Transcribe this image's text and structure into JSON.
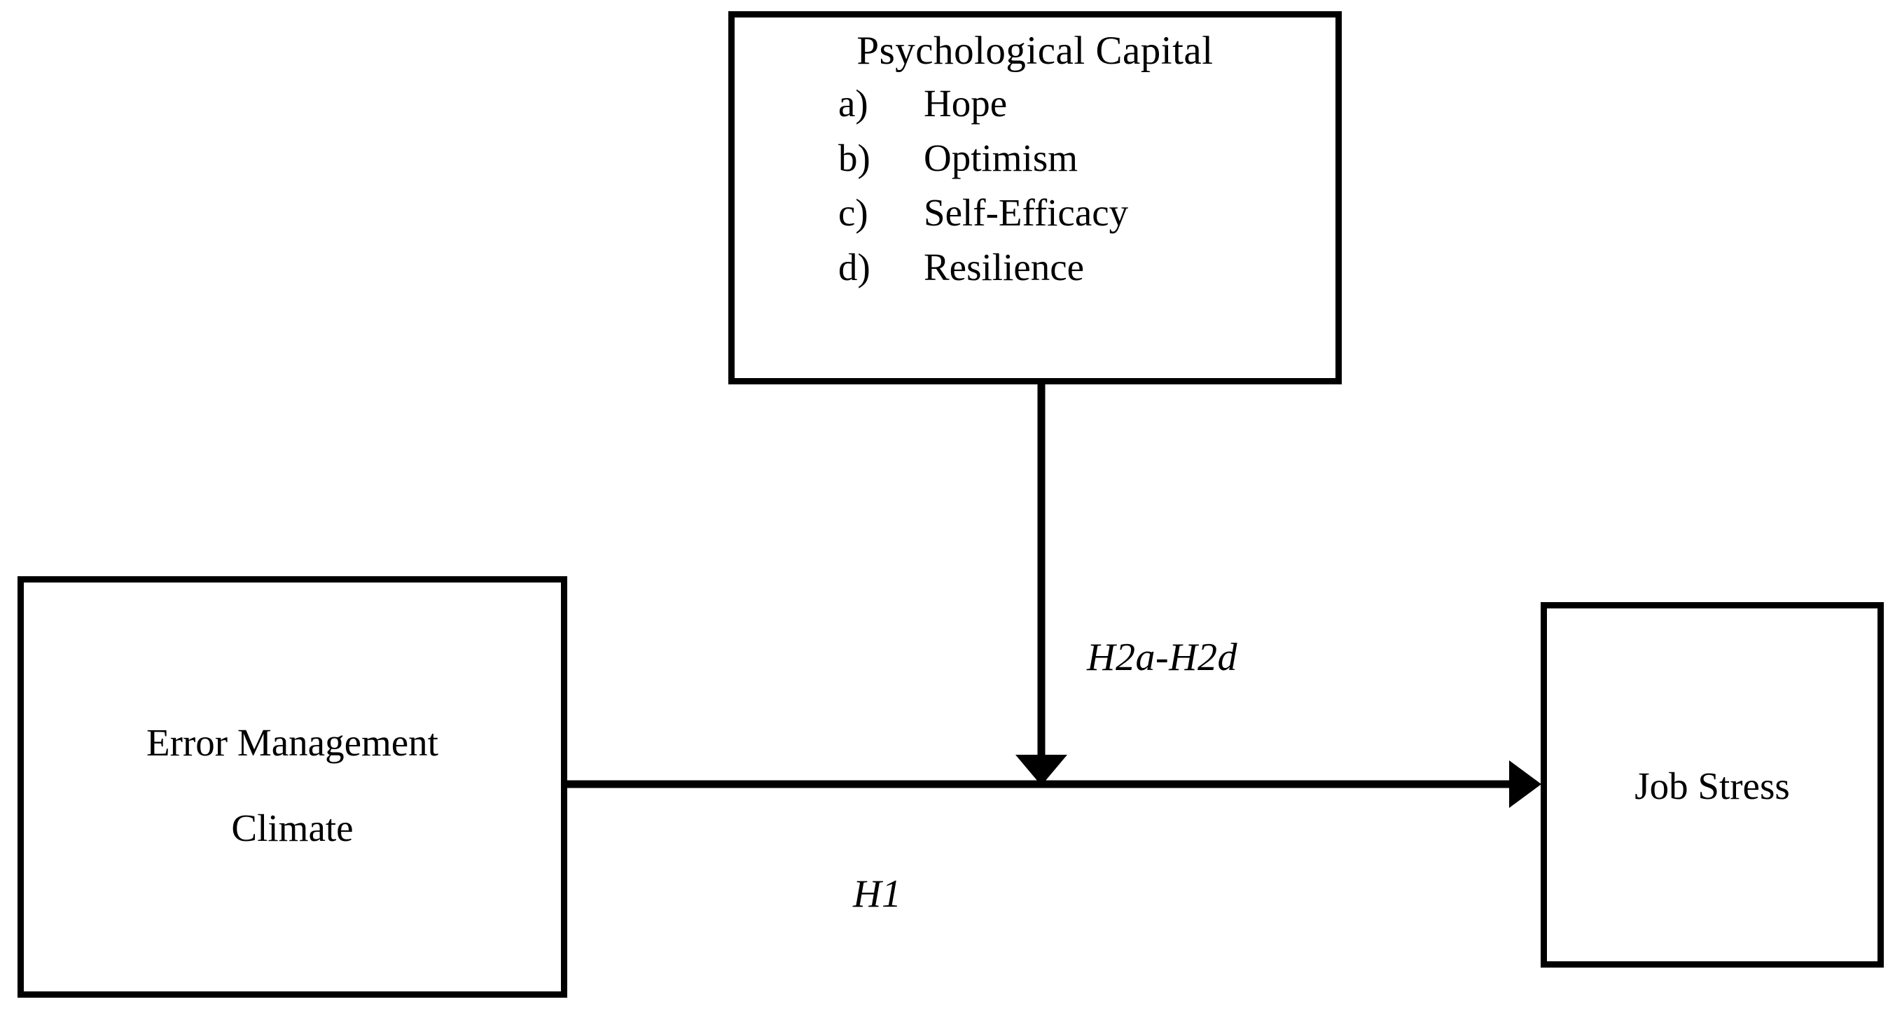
{
  "figure": {
    "type": "conceptual-research-model",
    "background_color": "#ffffff",
    "line_color": "#000000"
  },
  "nodes": {
    "moderator": {
      "title": "Psychological Capital",
      "items": [
        {
          "marker": "a)",
          "label": "Hope"
        },
        {
          "marker": "b)",
          "label": "Optimism"
        },
        {
          "marker": "c)",
          "label": "Self-Efficacy"
        },
        {
          "marker": "d)",
          "label": "Resilience"
        }
      ]
    },
    "predictor": {
      "line1": "Error Management",
      "line2": "Climate"
    },
    "outcome": {
      "label": "Job Stress"
    }
  },
  "relationships": {
    "moderation": {
      "label": "H2a-H2d",
      "from": "Psychological Capital",
      "to": "Error Management Climate → Job Stress"
    },
    "direct": {
      "label": "H1",
      "from": "Error Management Climate",
      "to": "Job Stress"
    }
  }
}
